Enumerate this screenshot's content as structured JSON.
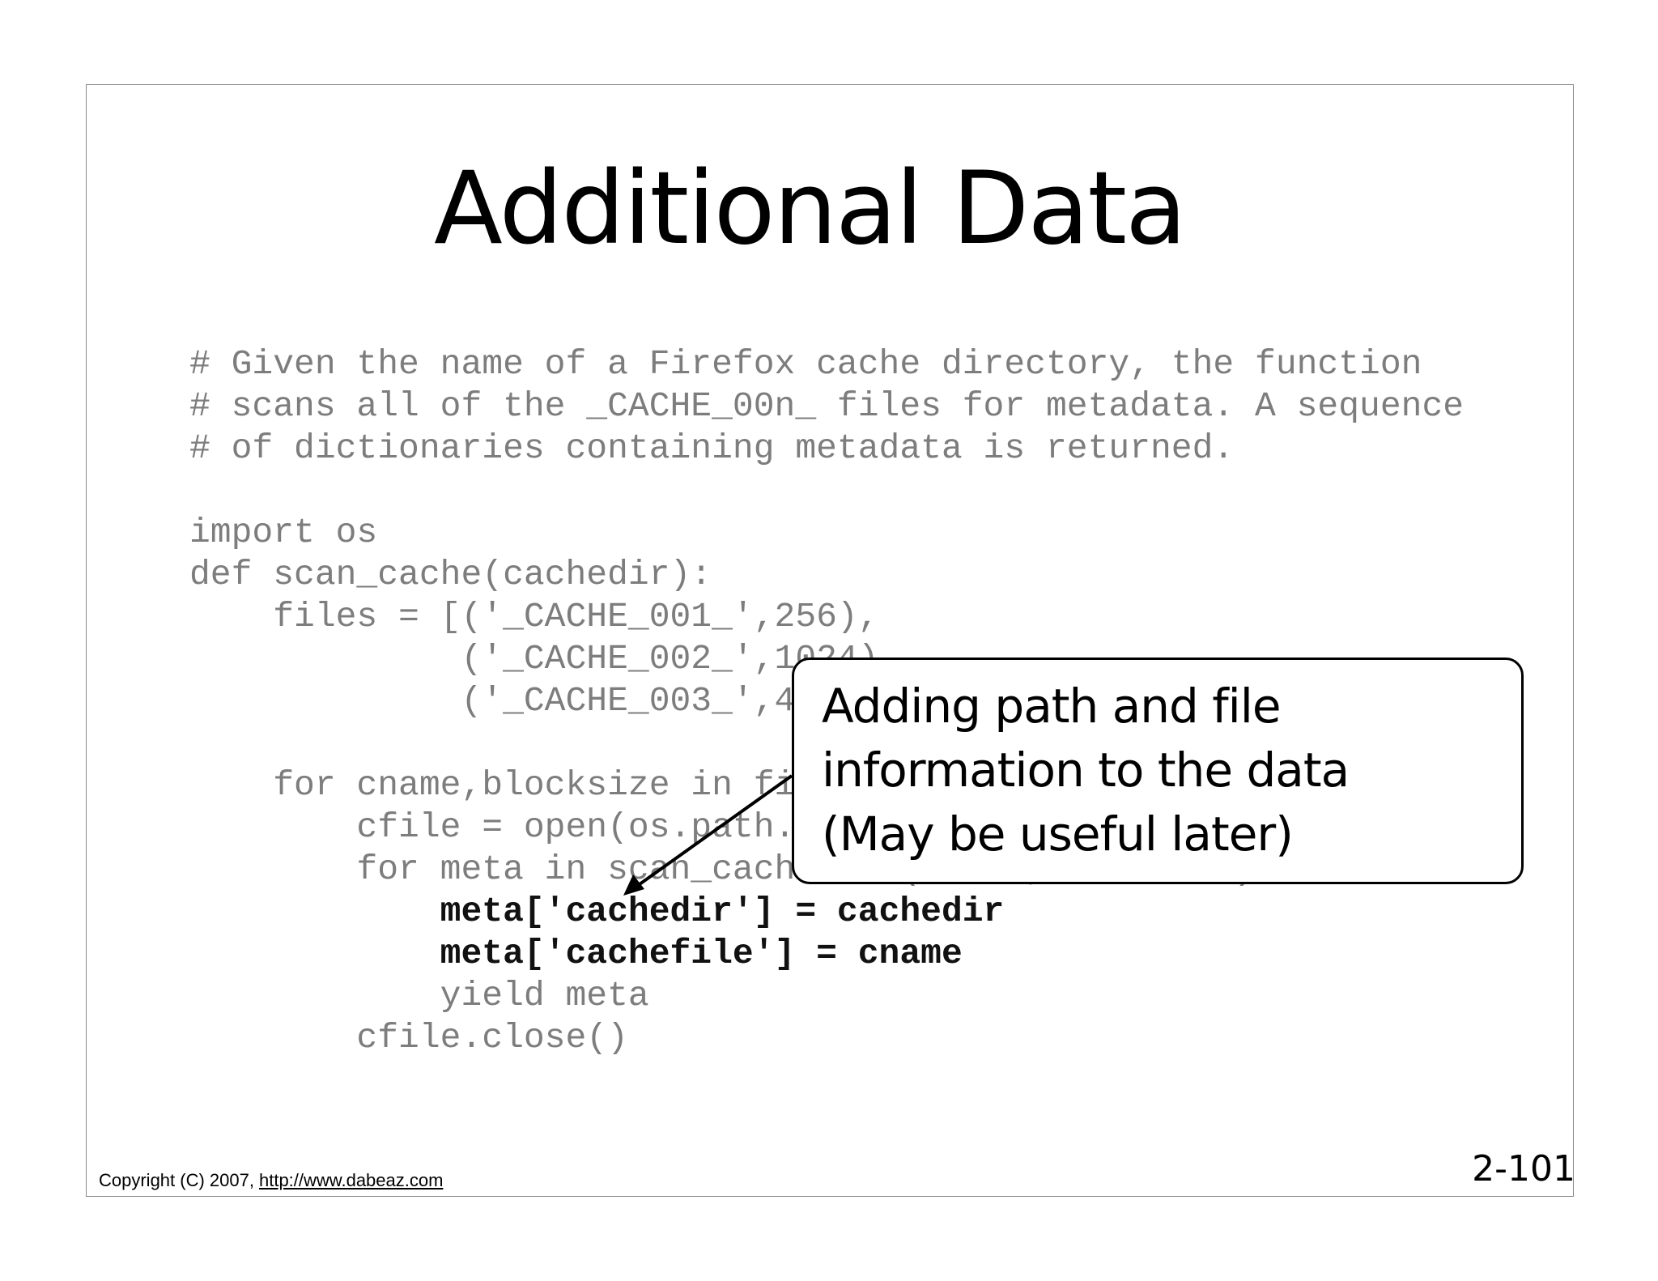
{
  "slide": {
    "title": "Additional Data",
    "code_lines": [
      {
        "text": "# Given the name of a Firefox cache directory, the function",
        "bold": false
      },
      {
        "text": "# scans all of the _CACHE_00n_ files for metadata. A sequence",
        "bold": false
      },
      {
        "text": "# of dictionaries containing metadata is returned.",
        "bold": false
      },
      {
        "text": "",
        "bold": false
      },
      {
        "text": "import os",
        "bold": false
      },
      {
        "text": "def scan_cache(cachedir):",
        "bold": false
      },
      {
        "text": "    files = [('_CACHE_001_',256),",
        "bold": false
      },
      {
        "text": "             ('_CACHE_002_',1024),",
        "bold": false
      },
      {
        "text": "             ('_CACHE_003_',4096)]",
        "bold": false
      },
      {
        "text": "",
        "bold": false
      },
      {
        "text": "    for cname,blocksize in files:",
        "bold": false
      },
      {
        "text": "        cfile = open(os.path.join(cachedir,cname),\"rb\")",
        "bold": false
      },
      {
        "text": "        for meta in scan_cachefile(cfile,blocksize):",
        "bold": false
      },
      {
        "text": "            meta['cachedir'] = cachedir",
        "bold": true
      },
      {
        "text": "            meta['cachefile'] = cname",
        "bold": true
      },
      {
        "text": "            yield meta",
        "bold": false
      },
      {
        "text": "        cfile.close()",
        "bold": false
      }
    ],
    "callout": {
      "lines": [
        "Adding path and file",
        "information to the data",
        "(May be useful later)"
      ]
    }
  },
  "footer": {
    "copyright": "Copyright (C) 2007,",
    "link": "http://www.dabeaz.com",
    "page_number": "2-101"
  }
}
